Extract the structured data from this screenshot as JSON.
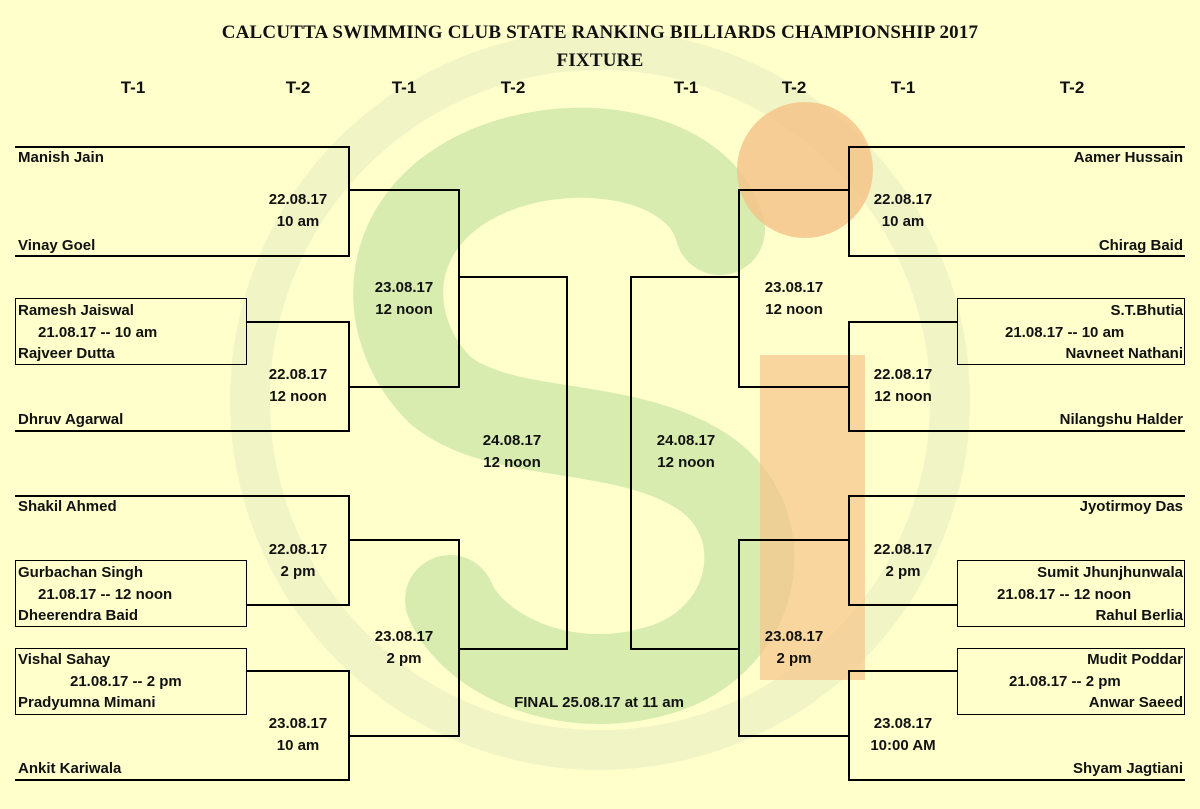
{
  "header": {
    "title": "CALCUTTA SWIMMING CLUB STATE RANKING BILLIARDS CHAMPIONSHIP 2017",
    "subtitle": "FIXTURE"
  },
  "columns": [
    "T-1",
    "T-2",
    "T-1",
    "T-2",
    "T-1",
    "T-2",
    "T-1",
    "T-2"
  ],
  "left": {
    "players": {
      "manish": "Manish Jain",
      "vinay": "Vinay Goel",
      "ramesh": "Ramesh Jaiswal",
      "rajveer": "Rajveer Dutta",
      "dhruv": "Dhruv Agarwal",
      "shakil": "Shakil Ahmed",
      "gurbachan": "Gurbachan Singh",
      "dheerendra": "Dheerendra Baid",
      "vishal": "Vishal Sahay",
      "pradyumna": "Pradyumna Mimani",
      "ankit": "Ankit Kariwala"
    },
    "prelims": {
      "p1": "21.08.17 -- 10 am",
      "p2": "21.08.17 -- 12 noon",
      "p3": "21.08.17 -- 2 pm"
    },
    "round2": [
      {
        "date": "22.08.17",
        "time": "10 am"
      },
      {
        "date": "22.08.17",
        "time": "12 noon"
      },
      {
        "date": "22.08.17",
        "time": "2 pm"
      },
      {
        "date": "23.08.17",
        "time": "10 am"
      }
    ],
    "round3": [
      {
        "date": "23.08.17",
        "time": "12 noon"
      },
      {
        "date": "23.08.17",
        "time": "2 pm"
      }
    ],
    "semi": {
      "date": "24.08.17",
      "time": "12 noon"
    }
  },
  "right": {
    "players": {
      "aamer": "Aamer Hussain",
      "chirag": "Chirag Baid",
      "bhutia": "S.T.Bhutia",
      "navneet": "Navneet Nathani",
      "nilangshu": "Nilangshu Halder",
      "jyotirmoy": "Jyotirmoy Das",
      "sumit": "Sumit Jhunjhunwala",
      "rahul": "Rahul Berlia",
      "mudit": "Mudit Poddar",
      "anwar": "Anwar Saeed",
      "shyam": "Shyam Jagtiani"
    },
    "prelims": {
      "p1": "21.08.17 -- 10 am",
      "p2": "21.08.17 -- 12 noon",
      "p3": "21.08.17 -- 2 pm"
    },
    "round2": [
      {
        "date": "22.08.17",
        "time": "10 am"
      },
      {
        "date": "22.08.17",
        "time": "12 noon"
      },
      {
        "date": "22.08.17",
        "time": "2 pm"
      },
      {
        "date": "23.08.17",
        "time": "10:00 AM"
      }
    ],
    "round3": [
      {
        "date": "23.08.17",
        "time": "12 noon"
      },
      {
        "date": "23.08.17",
        "time": "2 pm"
      }
    ],
    "semi": {
      "date": "24.08.17",
      "time": "12 noon"
    }
  },
  "final": "FINAL 25.08.17 at 11 am",
  "colors": {
    "background": "#ffffcc",
    "watermark_green": "#c8e6a0",
    "watermark_orange": "#f5c48a",
    "lines": "#000000"
  }
}
